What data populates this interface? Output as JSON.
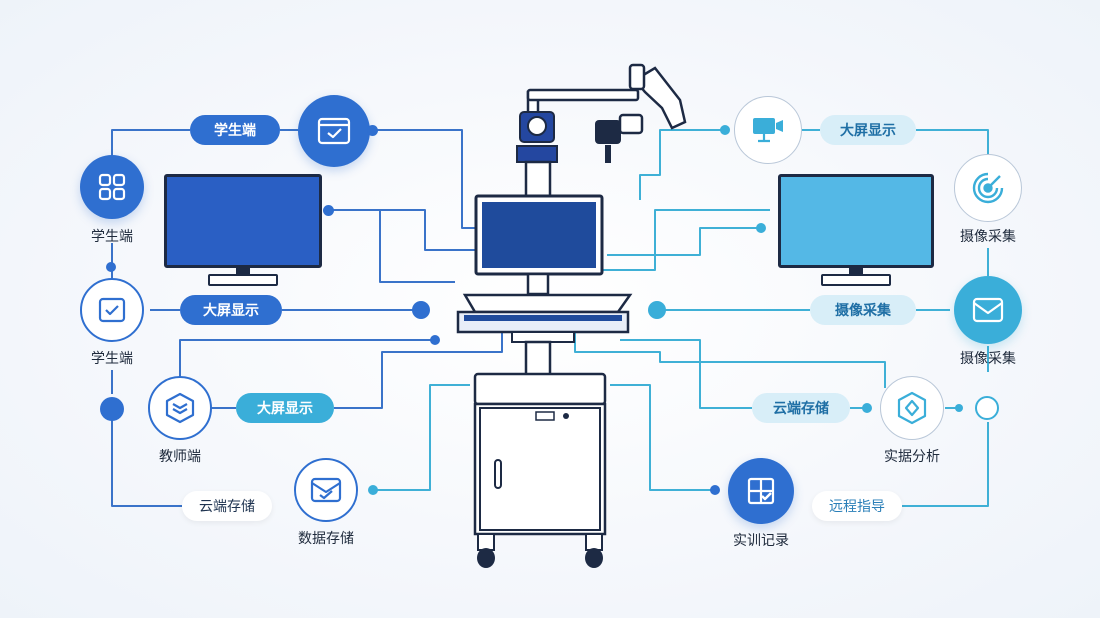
{
  "colors": {
    "blue": "#2f6fd0",
    "cyan": "#3aaed9",
    "navy": "#1d2a44",
    "line_blue": "#3a73c9",
    "line_cyan": "#3fb0d6"
  },
  "left": {
    "student_pill": "学生端",
    "student_label_1": "学生端",
    "student_label_2": "学生端",
    "bigscreen_pill_1": "大屏显示",
    "bigscreen_pill_2": "大屏显示",
    "teacher_label": "教师端",
    "cloud_pill": "云端存储",
    "data_label": "数据存储"
  },
  "right": {
    "bigscreen_pill": "大屏显示",
    "capture_label_1": "摄像采集",
    "capture_pill": "摄像采集",
    "capture_label_2": "摄像采集",
    "cloud_pill": "云端存储",
    "analysis_label": "实据分析",
    "record_label": "实训记录",
    "remote_pill": "远程指导"
  },
  "icons": [
    "apps-grid-icon",
    "check-card-icon",
    "check-box-icon",
    "shield-layers-icon",
    "envelope-check-icon",
    "camera-monitor-icon",
    "target-icon",
    "envelope-icon",
    "diamond-shield-icon",
    "document-check-icon"
  ]
}
